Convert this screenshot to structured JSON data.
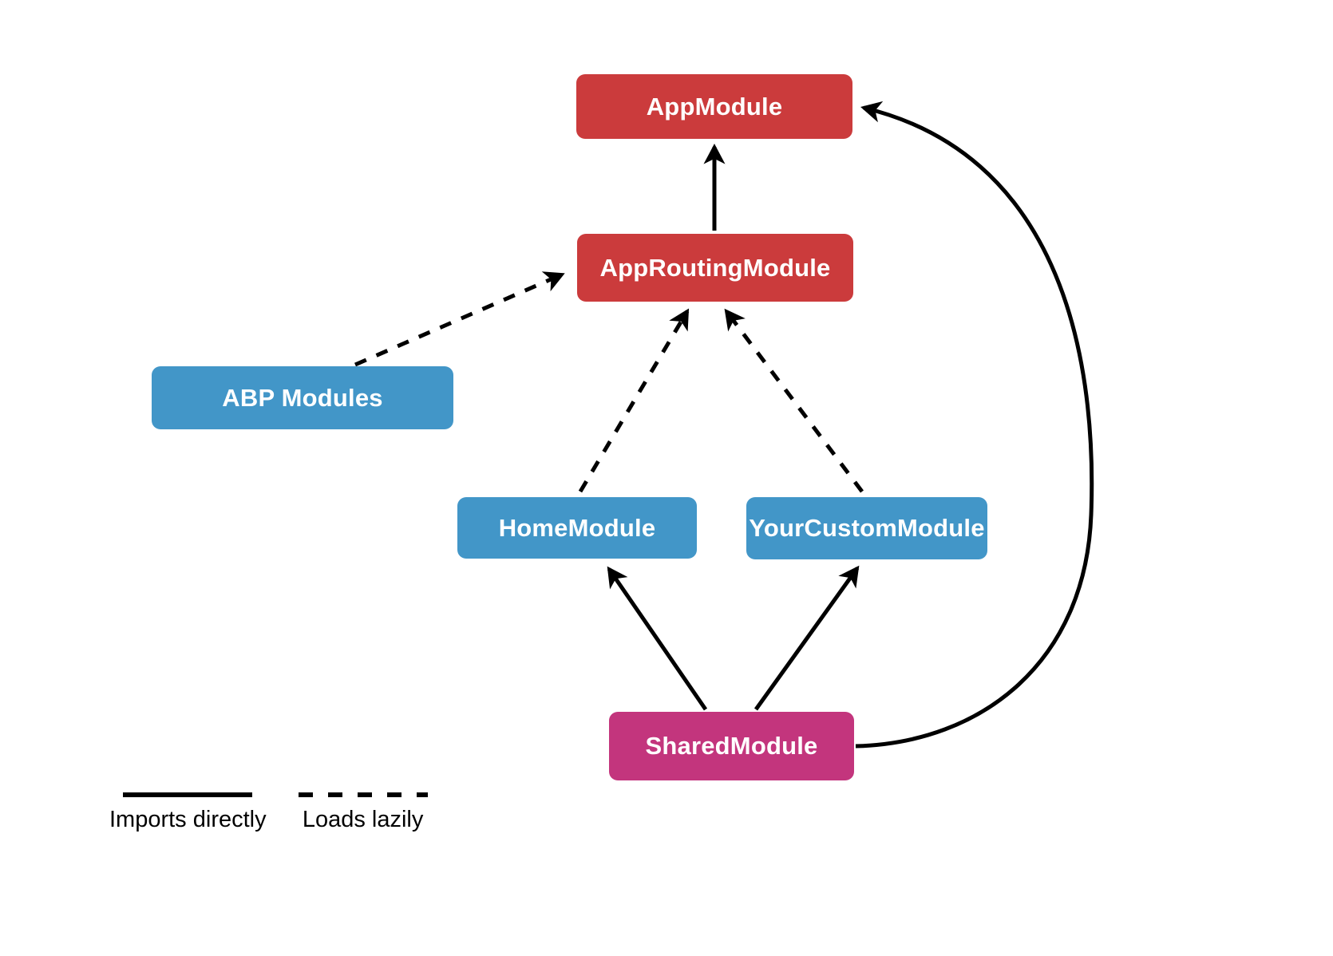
{
  "diagram": {
    "nodes": [
      {
        "id": "app-module",
        "label": "AppModule",
        "color": "#cb3b3c"
      },
      {
        "id": "app-routing-module",
        "label": "AppRoutingModule",
        "color": "#cb3b3c"
      },
      {
        "id": "abp-modules",
        "label": "ABP Modules",
        "color": "#4296c8"
      },
      {
        "id": "home-module",
        "label": "HomeModule",
        "color": "#4296c8"
      },
      {
        "id": "your-custom-module",
        "label": "YourCustomModule",
        "color": "#4296c8"
      },
      {
        "id": "shared-module",
        "label": "SharedModule",
        "color": "#c3357d"
      }
    ],
    "edges": [
      {
        "from": "AppRoutingModule",
        "to": "AppModule",
        "style": "solid",
        "meaning": "Imports directly"
      },
      {
        "from": "ABP Modules",
        "to": "AppRoutingModule",
        "style": "dashed",
        "meaning": "Loads lazily"
      },
      {
        "from": "HomeModule",
        "to": "AppRoutingModule",
        "style": "dashed",
        "meaning": "Loads lazily"
      },
      {
        "from": "YourCustomModule",
        "to": "AppRoutingModule",
        "style": "dashed",
        "meaning": "Loads lazily"
      },
      {
        "from": "SharedModule",
        "to": "HomeModule",
        "style": "solid",
        "meaning": "Imports directly"
      },
      {
        "from": "SharedModule",
        "to": "YourCustomModule",
        "style": "solid",
        "meaning": "Imports directly"
      },
      {
        "from": "SharedModule",
        "to": "AppModule",
        "style": "solid",
        "meaning": "Imports directly"
      }
    ],
    "legend": [
      {
        "style": "solid",
        "label": "Imports directly"
      },
      {
        "style": "dashed",
        "label": "Loads lazily"
      }
    ],
    "edge_color": "#000000",
    "background_color": "#ffffff"
  }
}
